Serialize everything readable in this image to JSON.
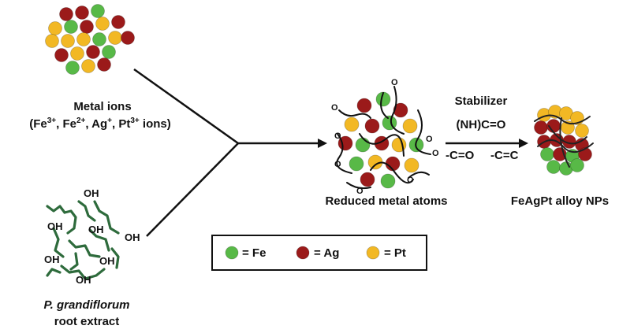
{
  "metal_ions": {
    "title": "Metal ions",
    "formula_parts": [
      "(Fe",
      "3+",
      ", Fe",
      "2+",
      ", Ag",
      "+",
      ", Pt",
      "3+",
      " ions)"
    ]
  },
  "extract": {
    "species": "P. grandiflorum",
    "label": "root extract",
    "group_label": "OH"
  },
  "reduced": {
    "label": "Reduced metal atoms"
  },
  "stabilizer": {
    "title": "Stabilizer",
    "group1": "(NH)C=O",
    "group2": "-C=O",
    "group3": "-C=C"
  },
  "product": {
    "label": "FeAgPt alloy NPs"
  },
  "legend": [
    {
      "label": "= Fe",
      "color": "#58b947"
    },
    {
      "label": "= Ag",
      "color": "#9b1a1a"
    },
    {
      "label": "= Pt",
      "color": "#f2b824"
    }
  ],
  "colors": {
    "fe": "#58b947",
    "ag": "#9b1a1a",
    "pt": "#f2b824",
    "extract": "#2e6b3c",
    "line": "#111111"
  },
  "bond_label": "O"
}
